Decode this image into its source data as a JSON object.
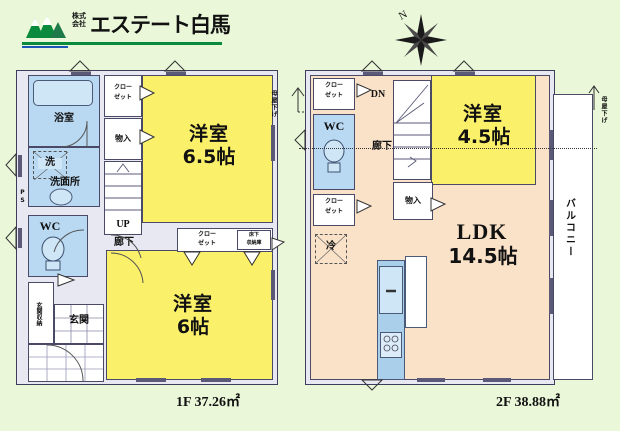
{
  "company": {
    "name": "エステート白馬",
    "prefix_line1": "株式",
    "prefix_line2": "会社",
    "brand_color": "#0a8a3c",
    "accent_color": "#1b56b8",
    "logo_icon": "mountain-icon"
  },
  "compass": {
    "label": "N",
    "icon": "compass-rose-icon"
  },
  "floors": [
    {
      "id": "1f",
      "area_label": "1F 37.26㎡",
      "floor_code": "1F",
      "area_value": "37.26㎡",
      "rooms": [
        {
          "name": "洋室",
          "size": "6.5帖"
        },
        {
          "name": "洋室",
          "size": "6帖"
        },
        {
          "name": "浴室"
        },
        {
          "name": "洗面所"
        },
        {
          "name": "WC"
        },
        {
          "name": "玄関"
        }
      ],
      "labels": {
        "bath": "浴室",
        "washer": "洗",
        "washroom": "洗面所",
        "wc": "WC",
        "ps": "PS",
        "entrance": "玄関",
        "entrance_storage": "玄関収納",
        "hallway": "廊下",
        "stairs_up": "UP",
        "closet_top": "クローゼット",
        "closet_top_l1": "クロー",
        "closet_top_l2": "ゼット",
        "storage": "物入",
        "closet_mid_l1": "クロー",
        "closet_mid_l2": "ゼット",
        "underfloor_l1": "床下",
        "underfloor_l2": "収納庫",
        "roof_drop": "母屋下げ",
        "bedroom1_name": "洋室",
        "bedroom1_size": "6.5帖",
        "bedroom2_name": "洋室",
        "bedroom2_size": "6帖"
      }
    },
    {
      "id": "2f",
      "area_label": "2F 38.88㎡",
      "floor_code": "2F",
      "area_value": "38.88㎡",
      "rooms": [
        {
          "name": "洋室",
          "size": "4.5帖"
        },
        {
          "name": "LDK",
          "size": "14.5帖"
        },
        {
          "name": "WC"
        },
        {
          "name": "バルコニー"
        }
      ],
      "labels": {
        "closet_top_l1": "クロー",
        "closet_top_l2": "ゼット",
        "wc": "WC",
        "closet_bottom_l1": "クロー",
        "closet_bottom_l2": "ゼット",
        "fridge": "冷",
        "hallway": "廊下",
        "stairs_down": "DN",
        "storage": "物入",
        "bedroom_name": "洋室",
        "bedroom_size": "4.5帖",
        "ldk_name": "LDK",
        "ldk_size": "14.5帖",
        "balcony": "バルコニー",
        "roof_drop": "母屋下げ"
      }
    }
  ],
  "colors": {
    "background": "#eaf7d9",
    "bedroom_fill": "#fbf06a",
    "ldk_fill": "#fae2c8",
    "wet_fill": "#b9d9f2",
    "wall_stroke": "#3d3d5c"
  }
}
